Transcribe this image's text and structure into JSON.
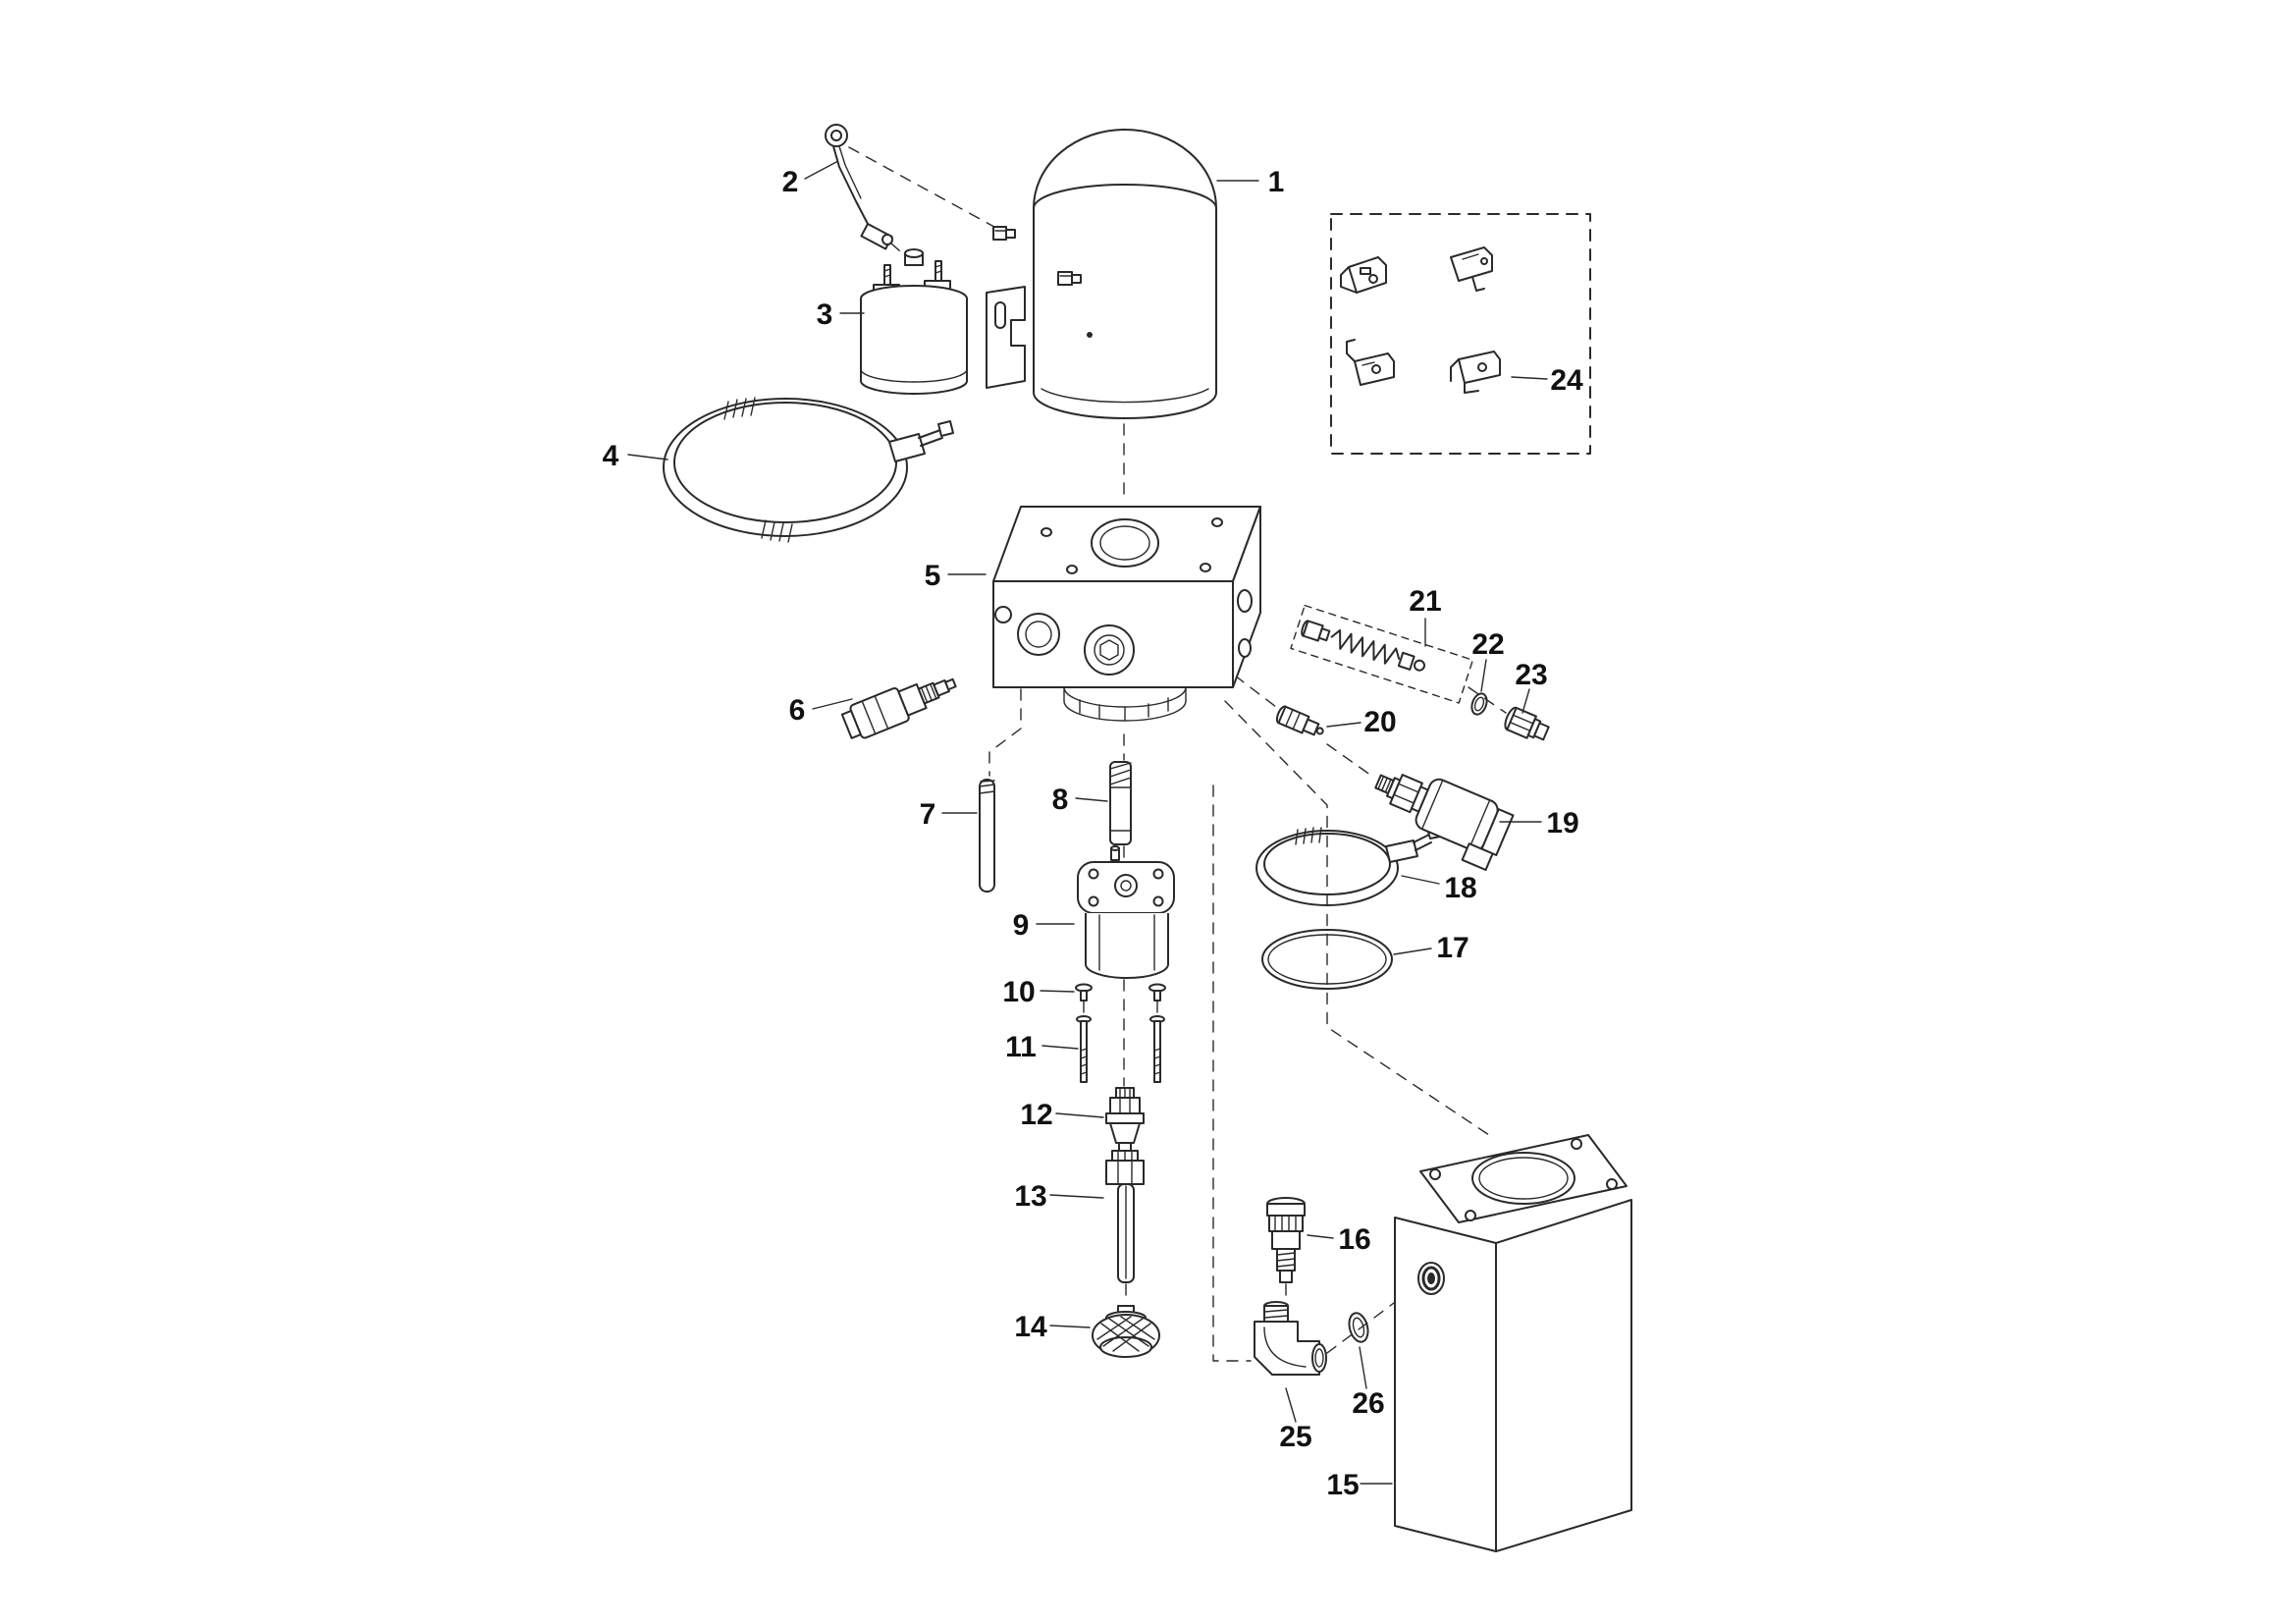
{
  "diagram": {
    "type": "exploded-parts-diagram",
    "colors": {
      "background": "#ffffff",
      "line": "#2a2a2a",
      "label": "#111111"
    },
    "callouts": [
      {
        "num": "1"
      },
      {
        "num": "2"
      },
      {
        "num": "3"
      },
      {
        "num": "4"
      },
      {
        "num": "5"
      },
      {
        "num": "6"
      },
      {
        "num": "7"
      },
      {
        "num": "8"
      },
      {
        "num": "9"
      },
      {
        "num": "10"
      },
      {
        "num": "11"
      },
      {
        "num": "12"
      },
      {
        "num": "13"
      },
      {
        "num": "14"
      },
      {
        "num": "15"
      },
      {
        "num": "16"
      },
      {
        "num": "17"
      },
      {
        "num": "18"
      },
      {
        "num": "19"
      },
      {
        "num": "20"
      },
      {
        "num": "21"
      },
      {
        "num": "22"
      },
      {
        "num": "23"
      },
      {
        "num": "24"
      },
      {
        "num": "25"
      },
      {
        "num": "26"
      }
    ]
  }
}
